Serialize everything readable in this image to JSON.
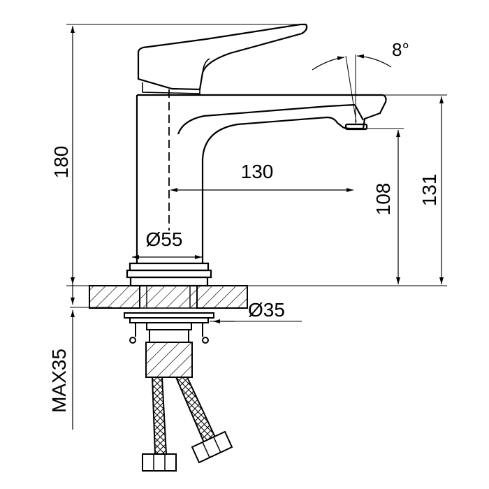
{
  "dimensions": {
    "total_height": "180",
    "spout_reach": "130",
    "outlet_height": "108",
    "spout_top_height": "131",
    "body_diameter": "Ø55",
    "hole_diameter": "Ø35",
    "max_deck_thickness": "MAX35",
    "handle_angle": "8°"
  }
}
